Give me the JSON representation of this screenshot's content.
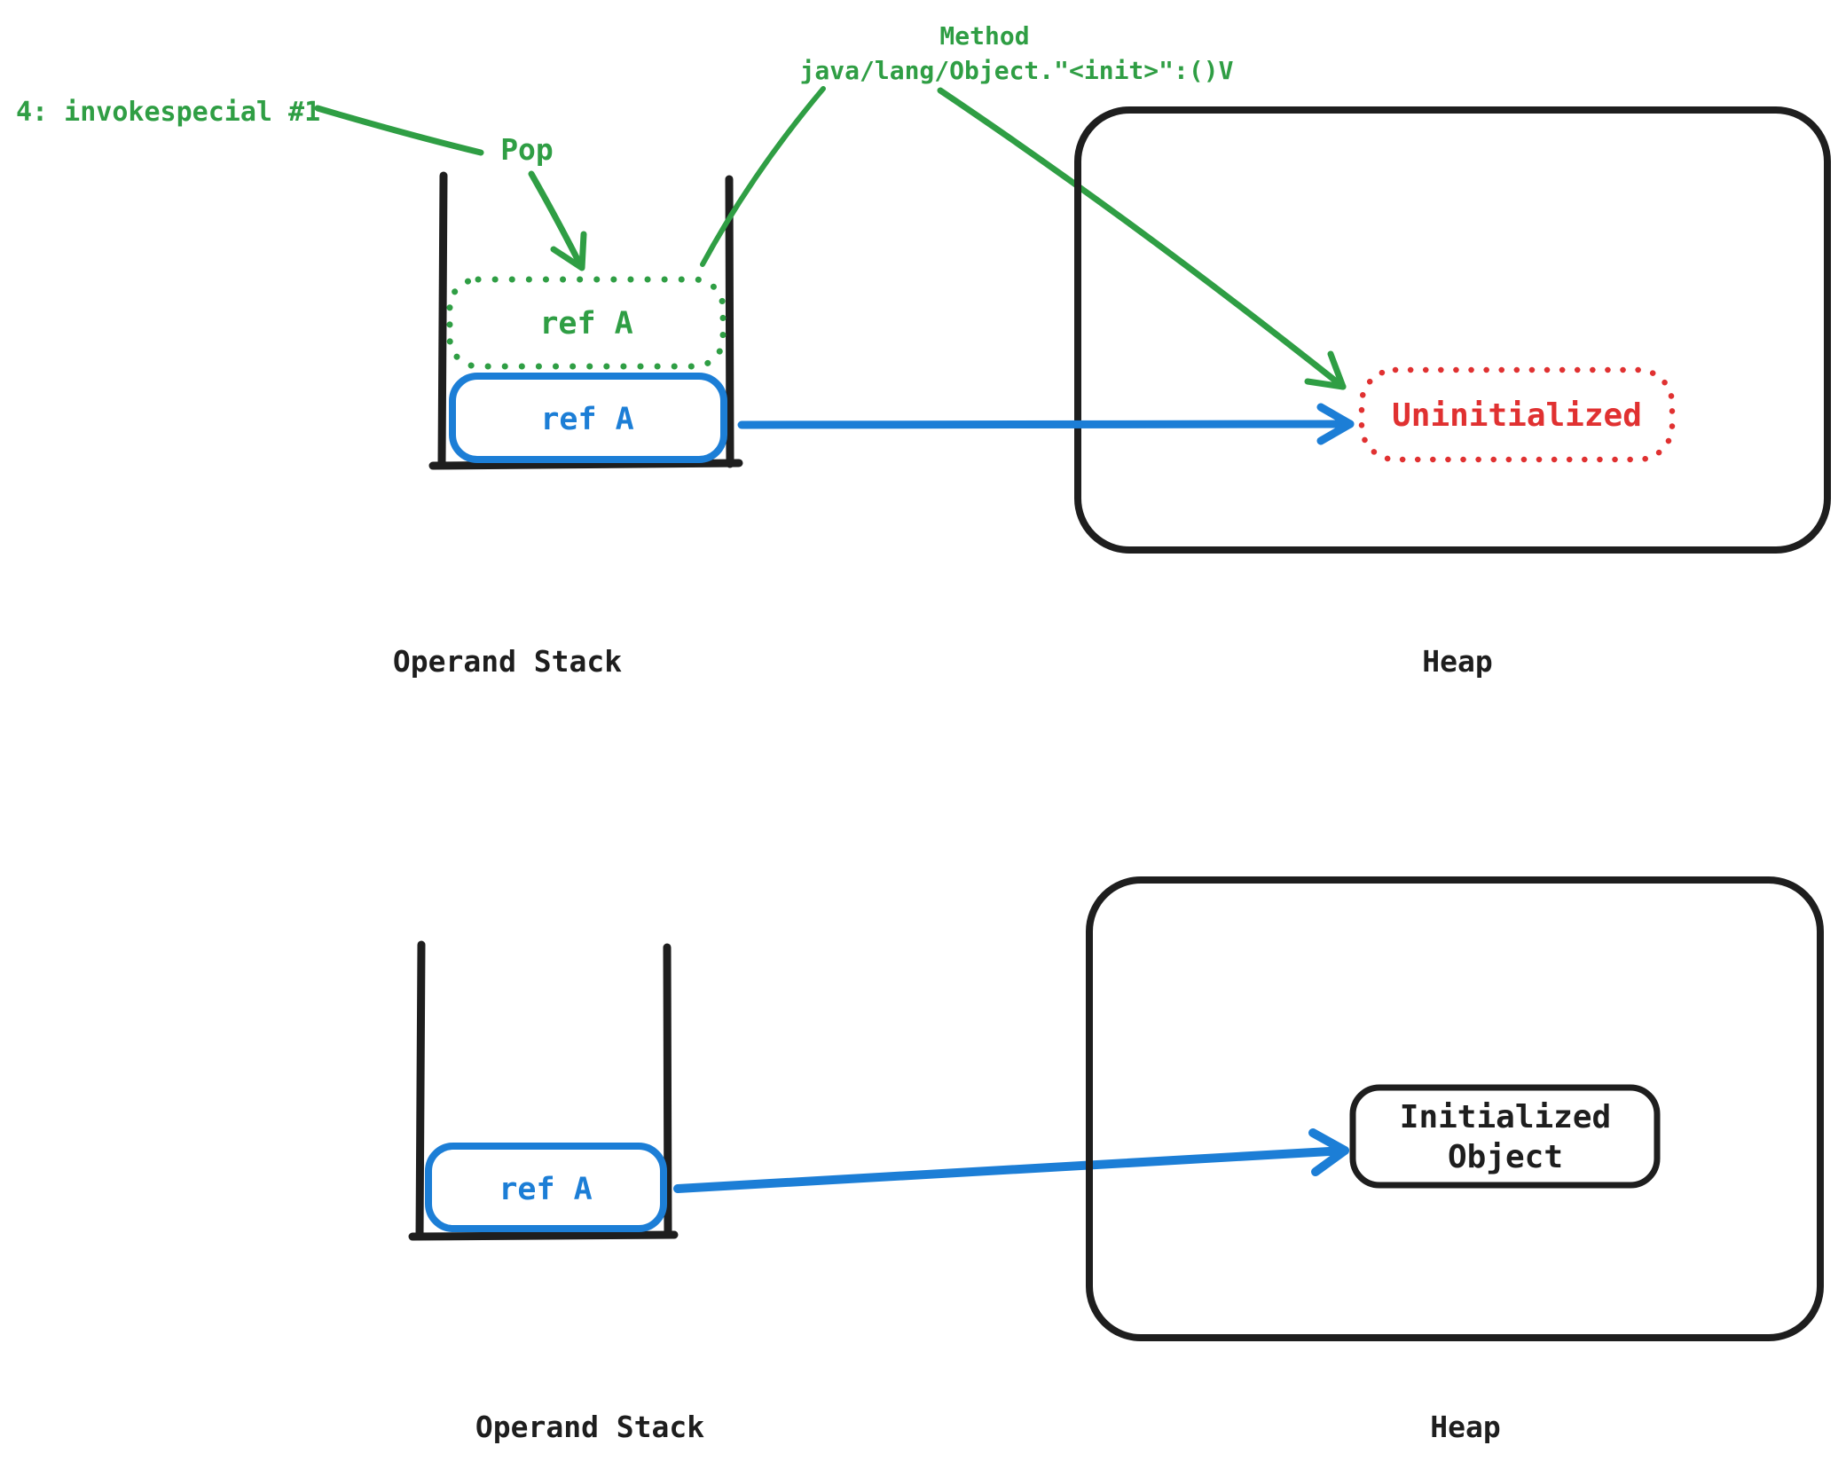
{
  "colors": {
    "green": "#2f9e44",
    "blue": "#1c7ed6",
    "red": "#e03131",
    "ink": "#1e1e1e",
    "background": "#ffffff"
  },
  "top_section": {
    "instruction": "4: invokespecial #1",
    "pop_label": "Pop",
    "method_title": "Method",
    "method_signature": "java/lang/Object.\"<init>\":()V",
    "popped_slot_label": "ref A",
    "stack_slot_label": "ref A",
    "stack_caption": "Operand Stack",
    "heap_object_label": "Uninitialized",
    "heap_caption": "Heap"
  },
  "bottom_section": {
    "stack_slot_label": "ref A",
    "stack_caption": "Operand Stack",
    "heap_object_line1": "Initialized",
    "heap_object_line2": "Object",
    "heap_caption": "Heap"
  }
}
